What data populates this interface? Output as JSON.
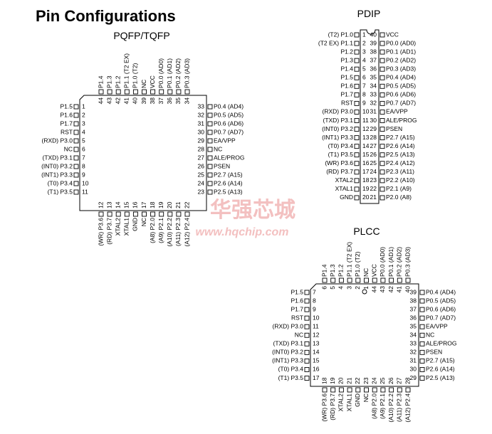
{
  "page_title": "Pin Configurations",
  "watermark": {
    "cn": "华强芯城",
    "url": "www.hqchip.com"
  },
  "pqfp": {
    "title": "PQFP/TQFP",
    "left": [
      {
        "n": "1",
        "l": "P1.5"
      },
      {
        "n": "2",
        "l": "P1.6"
      },
      {
        "n": "3",
        "l": "P1.7"
      },
      {
        "n": "4",
        "l": "RST"
      },
      {
        "n": "5",
        "l": "(RXD) P3.0"
      },
      {
        "n": "6",
        "l": "NC"
      },
      {
        "n": "7",
        "l": "(TXD) P3.1"
      },
      {
        "n": "8",
        "l": "(INT0) P3.2"
      },
      {
        "n": "9",
        "l": "(INT1) P3.3"
      },
      {
        "n": "10",
        "l": "(T0) P3.4"
      },
      {
        "n": "11",
        "l": "(T1) P3.5"
      }
    ],
    "bottom": [
      {
        "n": "12",
        "l": "(WR) P3.6"
      },
      {
        "n": "13",
        "l": "(RD) P3.7"
      },
      {
        "n": "14",
        "l": "XTAL2"
      },
      {
        "n": "15",
        "l": "XTAL1"
      },
      {
        "n": "16",
        "l": "GND"
      },
      {
        "n": "17",
        "l": "NC"
      },
      {
        "n": "18",
        "l": "(A8) P2.0"
      },
      {
        "n": "19",
        "l": "(A9) P2.1"
      },
      {
        "n": "20",
        "l": "(A10) P2.2"
      },
      {
        "n": "21",
        "l": "(A11) P2.3"
      },
      {
        "n": "22",
        "l": "(A12) P2.4"
      }
    ],
    "right": [
      {
        "n": "33",
        "l": "P0.4 (AD4)"
      },
      {
        "n": "32",
        "l": "P0.5 (AD5)"
      },
      {
        "n": "31",
        "l": "P0.6 (AD6)"
      },
      {
        "n": "30",
        "l": "P0.7 (AD7)"
      },
      {
        "n": "29",
        "l": "EA/VPP"
      },
      {
        "n": "28",
        "l": "NC"
      },
      {
        "n": "27",
        "l": "ALE/PROG"
      },
      {
        "n": "26",
        "l": "PSEN"
      },
      {
        "n": "25",
        "l": "P2.7 (A15)"
      },
      {
        "n": "24",
        "l": "P2.6 (A14)"
      },
      {
        "n": "23",
        "l": "P2.5 (A13)"
      }
    ],
    "top": [
      {
        "n": "44",
        "l": "P1.4"
      },
      {
        "n": "43",
        "l": "P1.3"
      },
      {
        "n": "42",
        "l": "P1.2"
      },
      {
        "n": "41",
        "l": "P1.1 (T2 EX)"
      },
      {
        "n": "40",
        "l": "P1.0 (T2)"
      },
      {
        "n": "39",
        "l": "NC"
      },
      {
        "n": "38",
        "l": "VCC"
      },
      {
        "n": "37",
        "l": "P0.0 (AD0)"
      },
      {
        "n": "36",
        "l": "P0.1 (AD1)"
      },
      {
        "n": "35",
        "l": "P0.2 (AD2)"
      },
      {
        "n": "34",
        "l": "P0.3 (AD3)"
      }
    ]
  },
  "pdip": {
    "title": "PDIP",
    "left": [
      {
        "n": "1",
        "l": "(T2) P1.0"
      },
      {
        "n": "2",
        "l": "(T2 EX) P1.1"
      },
      {
        "n": "3",
        "l": "P1.2"
      },
      {
        "n": "4",
        "l": "P1.3"
      },
      {
        "n": "5",
        "l": "P1.4"
      },
      {
        "n": "6",
        "l": "P1.5"
      },
      {
        "n": "7",
        "l": "P1.6"
      },
      {
        "n": "8",
        "l": "P1.7"
      },
      {
        "n": "9",
        "l": "RST"
      },
      {
        "n": "10",
        "l": "(RXD) P3.0"
      },
      {
        "n": "11",
        "l": "(TXD) P3.1"
      },
      {
        "n": "12",
        "l": "(INT0) P3.2"
      },
      {
        "n": "13",
        "l": "(INT1) P3.3"
      },
      {
        "n": "14",
        "l": "(T0) P3.4"
      },
      {
        "n": "15",
        "l": "(T1) P3.5"
      },
      {
        "n": "16",
        "l": "(WR) P3.6"
      },
      {
        "n": "17",
        "l": "(RD) P3.7"
      },
      {
        "n": "18",
        "l": "XTAL2"
      },
      {
        "n": "19",
        "l": "XTAL1"
      },
      {
        "n": "20",
        "l": "GND"
      }
    ],
    "right": [
      {
        "n": "40",
        "l": "VCC"
      },
      {
        "n": "39",
        "l": "P0.0 (AD0)"
      },
      {
        "n": "38",
        "l": "P0.1 (AD1)"
      },
      {
        "n": "37",
        "l": "P0.2 (AD2)"
      },
      {
        "n": "36",
        "l": "P0.3 (AD3)"
      },
      {
        "n": "35",
        "l": "P0.4 (AD4)"
      },
      {
        "n": "34",
        "l": "P0.5 (AD5)"
      },
      {
        "n": "33",
        "l": "P0.6 (AD6)"
      },
      {
        "n": "32",
        "l": "P0.7 (AD7)"
      },
      {
        "n": "31",
        "l": "EA/VPP"
      },
      {
        "n": "30",
        "l": "ALE/PROG"
      },
      {
        "n": "29",
        "l": "PSEN"
      },
      {
        "n": "28",
        "l": "P2.7 (A15)"
      },
      {
        "n": "27",
        "l": "P2.6 (A14)"
      },
      {
        "n": "26",
        "l": "P2.5 (A13)"
      },
      {
        "n": "25",
        "l": "P2.4 (A12)"
      },
      {
        "n": "24",
        "l": "P2.3 (A11)"
      },
      {
        "n": "23",
        "l": "P2.2 (A10)"
      },
      {
        "n": "22",
        "l": "P2.1 (A9)"
      },
      {
        "n": "21",
        "l": "P2.0 (A8)"
      }
    ]
  },
  "plcc": {
    "title": "PLCC",
    "left": [
      {
        "n": "7",
        "l": "P1.5"
      },
      {
        "n": "8",
        "l": "P1.6"
      },
      {
        "n": "9",
        "l": "P1.7"
      },
      {
        "n": "10",
        "l": "RST"
      },
      {
        "n": "11",
        "l": "(RXD) P3.0"
      },
      {
        "n": "12",
        "l": "NC"
      },
      {
        "n": "13",
        "l": "(TXD) P3.1"
      },
      {
        "n": "14",
        "l": "(INT0) P3.2"
      },
      {
        "n": "15",
        "l": "(INT1) P3.3"
      },
      {
        "n": "16",
        "l": "(T0) P3.4"
      },
      {
        "n": "17",
        "l": "(T1) P3.5"
      }
    ],
    "bottom": [
      {
        "n": "18",
        "l": "(WR) P3.6"
      },
      {
        "n": "19",
        "l": "(RD) P3.7"
      },
      {
        "n": "20",
        "l": "XTAL2"
      },
      {
        "n": "21",
        "l": "XTAL1"
      },
      {
        "n": "22",
        "l": "GND"
      },
      {
        "n": "23",
        "l": "NC"
      },
      {
        "n": "24",
        "l": "(A8) P2.0"
      },
      {
        "n": "25",
        "l": "(A9) P2.1"
      },
      {
        "n": "26",
        "l": "(A10) P2.2"
      },
      {
        "n": "27",
        "l": "(A11) P2.3"
      },
      {
        "n": "28",
        "l": "(A12) P2.4"
      }
    ],
    "right": [
      {
        "n": "39",
        "l": "P0.4 (AD4)"
      },
      {
        "n": "38",
        "l": "P0.5 (AD5)"
      },
      {
        "n": "37",
        "l": "P0.6 (AD6)"
      },
      {
        "n": "36",
        "l": "P0.7 (AD7)"
      },
      {
        "n": "35",
        "l": "EA/VPP"
      },
      {
        "n": "34",
        "l": "NC"
      },
      {
        "n": "33",
        "l": "ALE/PROG"
      },
      {
        "n": "32",
        "l": "PSEN"
      },
      {
        "n": "31",
        "l": "P2.7 (A15)"
      },
      {
        "n": "30",
        "l": "P2.6 (A14)"
      },
      {
        "n": "29",
        "l": "P2.5 (A13)"
      }
    ],
    "top": [
      {
        "n": "6",
        "l": "P1.4"
      },
      {
        "n": "5",
        "l": "P1.3"
      },
      {
        "n": "4",
        "l": "P1.2"
      },
      {
        "n": "3",
        "l": "P1.1 (T2 EX)"
      },
      {
        "n": "2",
        "l": "P1.0 (T2)"
      },
      {
        "n": "1",
        "l": "NC"
      },
      {
        "n": "44",
        "l": "VCC"
      },
      {
        "n": "43",
        "l": "P0.0 (AD0)"
      },
      {
        "n": "42",
        "l": "P0.1 (AD1)"
      },
      {
        "n": "41",
        "l": "P0.2 (AD2)"
      },
      {
        "n": "40",
        "l": "P0.3 (AD3)"
      }
    ]
  }
}
